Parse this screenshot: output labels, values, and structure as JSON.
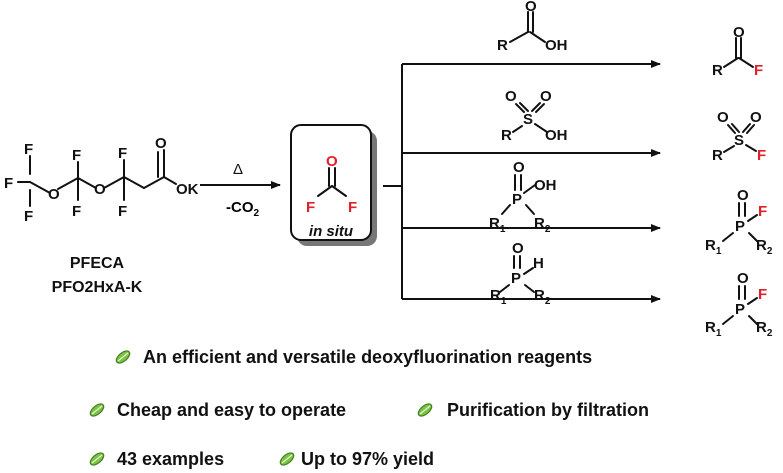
{
  "reagent": {
    "atoms": {
      "F": "F",
      "O": "O",
      "K": "OK"
    },
    "name_line1": "PFECA",
    "name_line2": "PFO2HxA-K"
  },
  "reaction_arrow": {
    "above": "Δ",
    "below": "-CO",
    "below_sub": "2"
  },
  "intermediate": {
    "carbonyl_O": "O",
    "F_left": "F",
    "F_right": "F",
    "caption": "in situ"
  },
  "substrates": [
    {
      "name": "carboxylic-acid",
      "R": "R",
      "O": "O",
      "OH": "OH"
    },
    {
      "name": "sulfonic-acid",
      "R": "R",
      "S": "S",
      "O": "O",
      "OH": "OH"
    },
    {
      "name": "phosphinic-acid",
      "P": "P",
      "O": "O",
      "OH": "OH",
      "R1": "R",
      "R1_sub": "1",
      "R2": "R",
      "R2_sub": "2"
    },
    {
      "name": "phosphine-oxide",
      "P": "P",
      "O": "O",
      "H": "H",
      "R1": "R",
      "R1_sub": "1",
      "R2": "R",
      "R2_sub": "2"
    }
  ],
  "products": [
    {
      "name": "acyl-fluoride",
      "R": "R",
      "O": "O",
      "F": "F"
    },
    {
      "name": "sulfonyl-fluoride",
      "R": "R",
      "S": "S",
      "O": "O",
      "F": "F"
    },
    {
      "name": "phosphinic-fluoride",
      "P": "P",
      "O": "O",
      "F": "F",
      "R1": "R",
      "R1_sub": "1",
      "R2": "R",
      "R2_sub": "2"
    },
    {
      "name": "phosphinic-fluoride-2",
      "P": "P",
      "O": "O",
      "F": "F",
      "R1": "R",
      "R1_sub": "1",
      "R2": "R",
      "R2_sub": "2"
    }
  ],
  "bullets": [
    "An efficient and versatile deoxyfluorination reagents",
    "Cheap and easy to operate",
    "Purification by filtration",
    "43 examples",
    "Up to 97% yield"
  ],
  "colors": {
    "fluorine_red": "#e0202a",
    "leaf_green": "#7cc243",
    "box_fill": "#d6d6d6"
  },
  "icons": [
    "leaf-bullet-icon"
  ]
}
